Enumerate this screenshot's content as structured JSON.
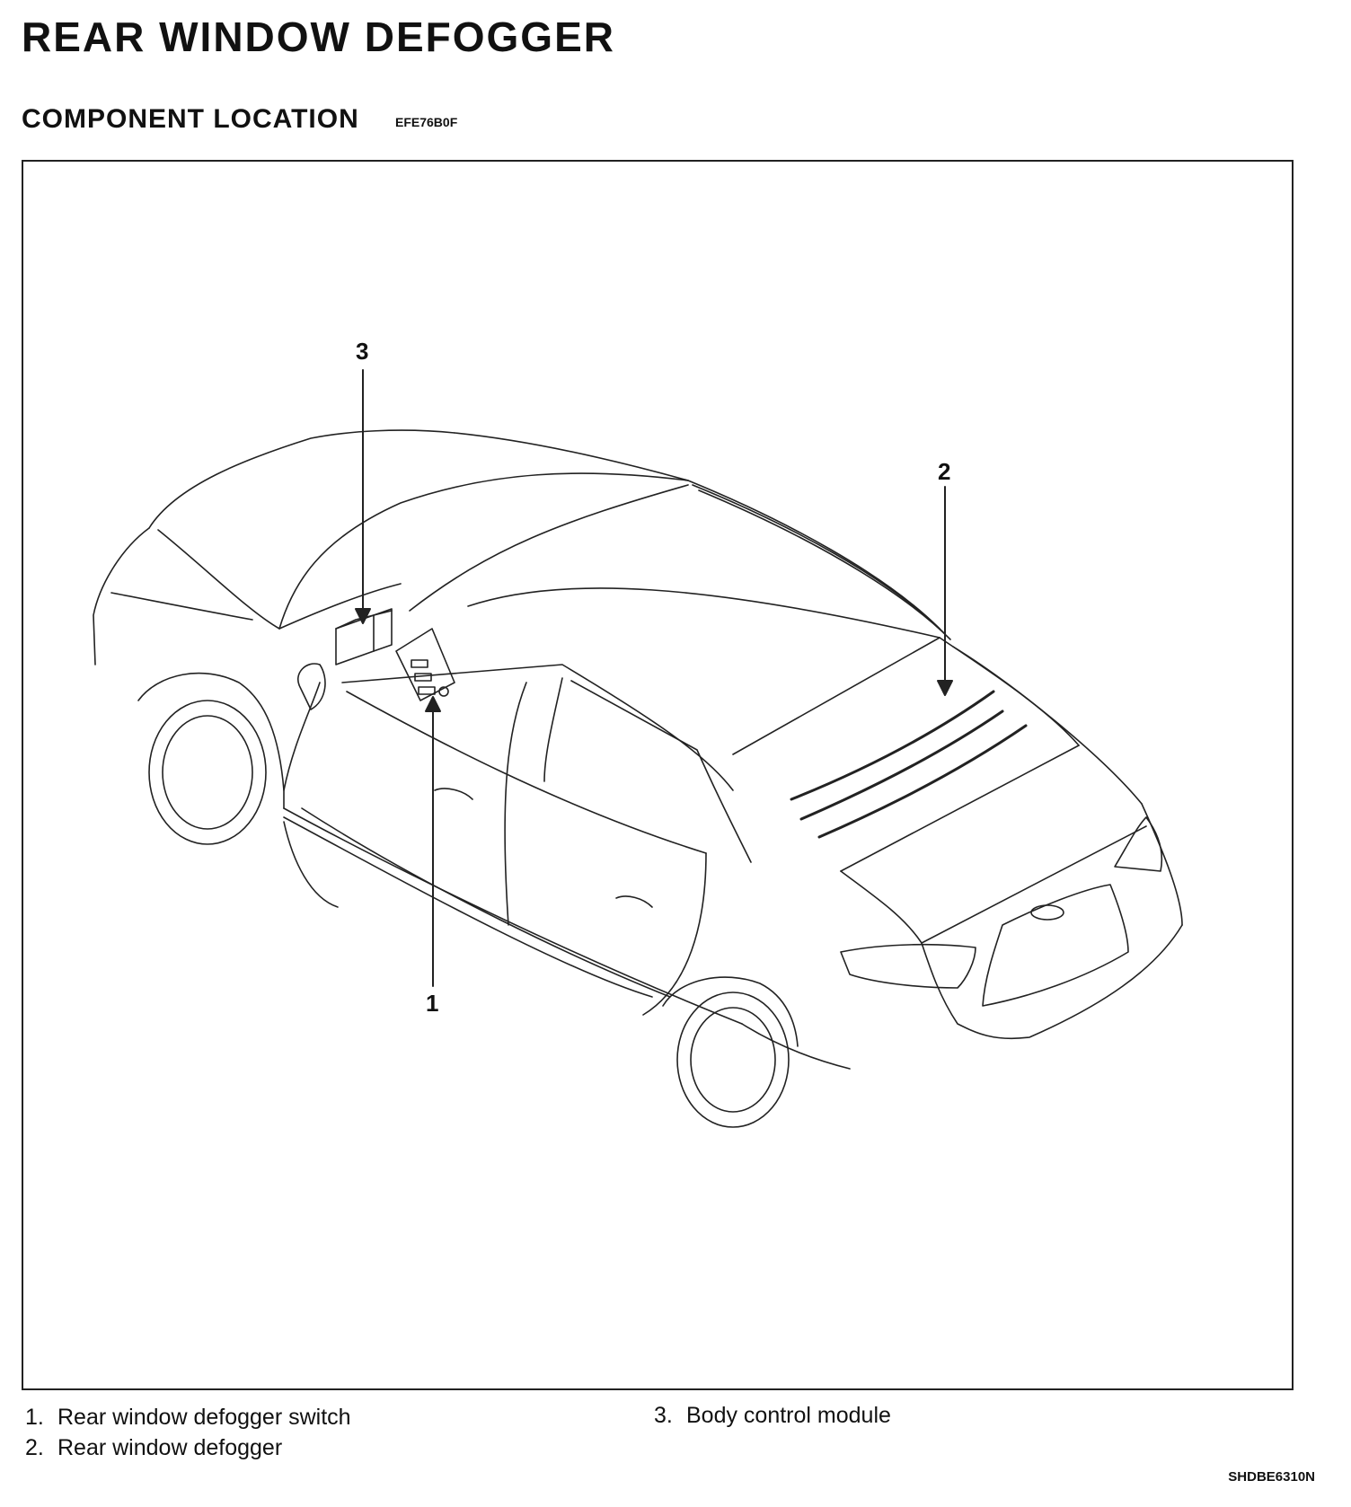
{
  "page": {
    "title": "REAR WINDOW DEFOGGER",
    "subtitle": "COMPONENT LOCATION",
    "section_code": "EFE76B0F",
    "figure_code": "SHDBE6310N"
  },
  "diagram": {
    "callouts": [
      "3",
      "2",
      "1"
    ]
  },
  "legend": {
    "items": [
      {
        "num": "1.",
        "text": "Rear window defogger switch"
      },
      {
        "num": "2.",
        "text": "Rear window defogger"
      },
      {
        "num": "3.",
        "text": "Body control module"
      }
    ]
  }
}
